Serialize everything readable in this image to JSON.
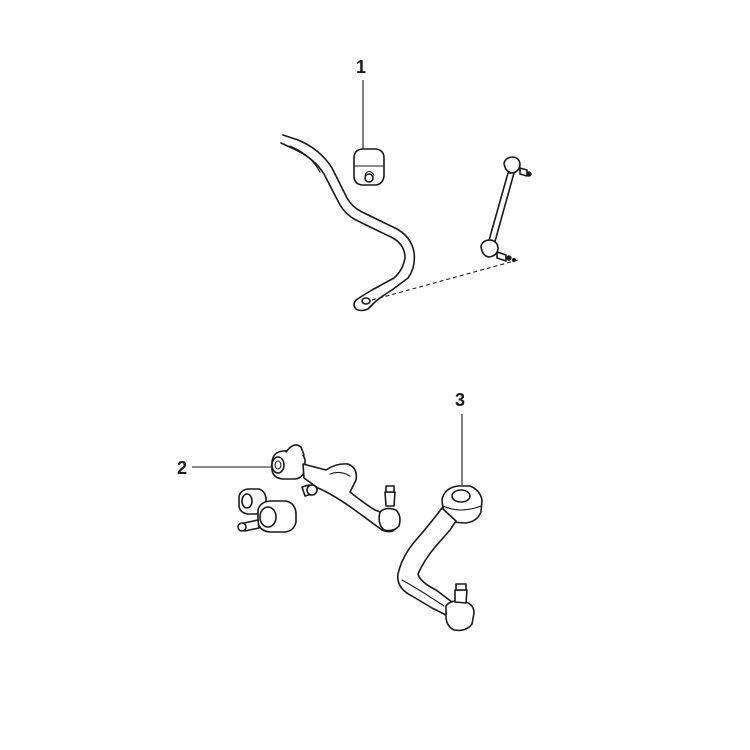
{
  "diagram": {
    "callouts": [
      {
        "id": "1",
        "label": "1"
      },
      {
        "id": "2",
        "label": "2"
      },
      {
        "id": "3",
        "label": "3"
      }
    ],
    "colors": {
      "background": "#ffffff",
      "line": "#1a1a1a"
    }
  }
}
